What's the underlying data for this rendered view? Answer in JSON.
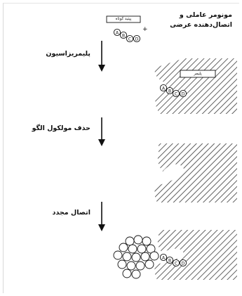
{
  "labels": {
    "monomer_line1": "مونومر عاملی و",
    "monomer_line2": "اتصال‌دهنده عرضی",
    "polymerization": "پلیمریزاسیون",
    "template_removal": "حذف مولکول الگو",
    "rebinding": "اتصال مجدد",
    "short_peptide": "پپتید کوتاه",
    "polymer": "پلیمر",
    "plus": "+"
  },
  "letters": [
    "A",
    "B",
    "C",
    "D"
  ],
  "colors": {
    "ink": "#111111",
    "hatch": "#3a3a3a",
    "background": "#ffffff"
  }
}
